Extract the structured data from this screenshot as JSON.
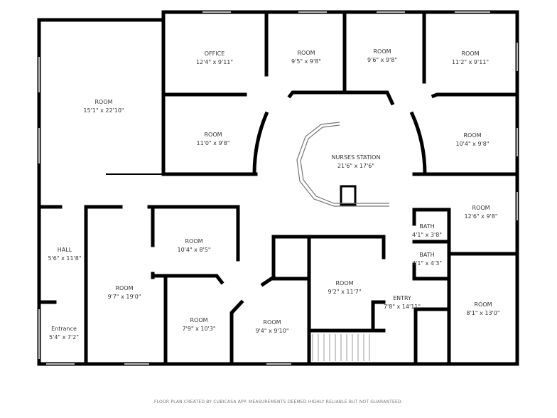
{
  "rooms": [
    {
      "name": "ROOM",
      "size": "15'1\" x 22'10\""
    },
    {
      "name": "OFFICE",
      "size": "12'4\" x 9'11\""
    },
    {
      "name": "ROOM",
      "size": "9'5\" x 9'8\""
    },
    {
      "name": "ROOM",
      "size": "9'6\" x 9'8\""
    },
    {
      "name": "ROOM",
      "size": "11'2\" x 9'11\""
    },
    {
      "name": "ROOM",
      "size": "11'0\" x 9'8\""
    },
    {
      "name": "NURSES STATION",
      "size": "21'6\" x 17'6\""
    },
    {
      "name": "ROOM",
      "size": "10'4\" x 9'8\""
    },
    {
      "name": "ROOM",
      "size": "12'6\" x 9'8\""
    },
    {
      "name": "HALL",
      "size": "5'6\" x 11'8\""
    },
    {
      "name": "ROOM",
      "size": "10'4\" x 8'5\""
    },
    {
      "name": "BATH",
      "size": "4'1\" x 3'8\""
    },
    {
      "name": "BATH",
      "size": "4'1\" x 4'3\""
    },
    {
      "name": "ROOM",
      "size": "9'7\" x 19'0\""
    },
    {
      "name": "ROOM",
      "size": "9'2\" x 11'7\""
    },
    {
      "name": "ENTRY",
      "size": "7'8\" x 14'11\""
    },
    {
      "name": "ROOM",
      "size": "8'1\" x 13'0\""
    },
    {
      "name": "Entrance",
      "size": "5'4\" x 7'2\""
    },
    {
      "name": "ROOM",
      "size": "7'9\" x 10'3\""
    },
    {
      "name": "ROOM",
      "size": "9'4\" x 9'10\""
    }
  ],
  "footer": "FLOOR PLAN CREATED BY CUBICASA APP. MEASUREMENTS DEEMED HIGHLY RELIABLE BUT NOT GUARANTEED.",
  "colors": {
    "wall": "#000000",
    "window": "#bbbbbb",
    "text": "#333333"
  }
}
